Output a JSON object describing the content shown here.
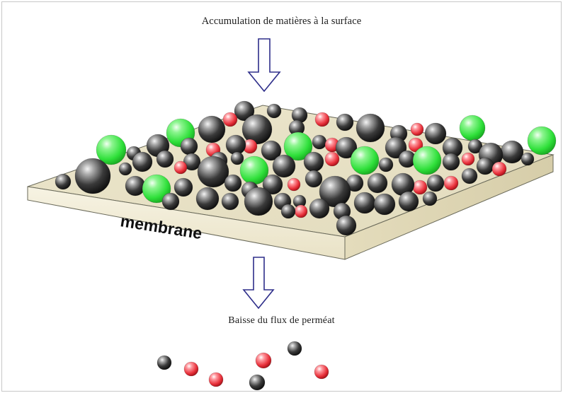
{
  "diagram": {
    "top_caption": "Accumulation de matières à la surface",
    "membrane_label": "membrane",
    "bottom_caption": "Baisse du flux de perméat",
    "colors": {
      "dark_particle": "#2b2b2b",
      "red_particle": "#e8303a",
      "green_particle": "#2fe03a",
      "membrane_face": "#f1ecd6",
      "arrow_stroke": "#2e2e8a"
    }
  }
}
